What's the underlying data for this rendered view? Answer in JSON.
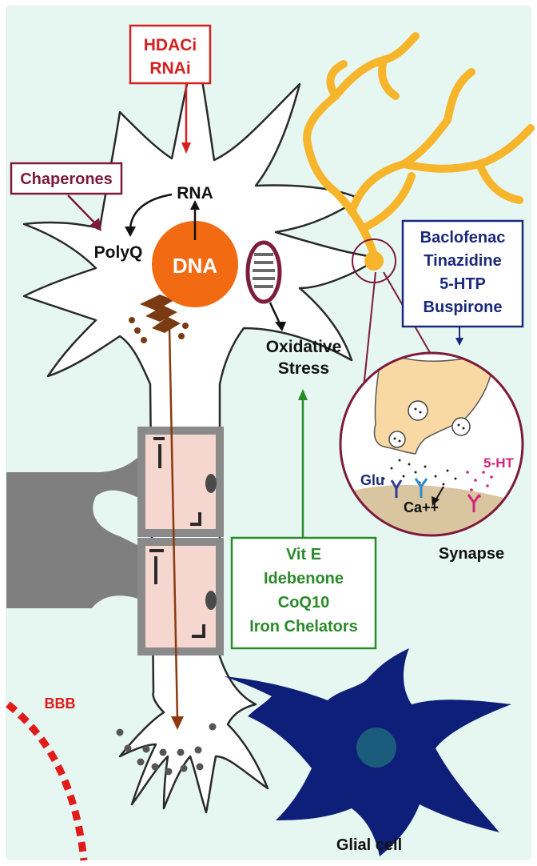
{
  "colors": {
    "background": "#e6f7f2",
    "neuron_outline": "#2a2a2a",
    "dna": "#f26a12",
    "hdac_red": "#d32020",
    "chaperone_maroon": "#7d1a3a",
    "mito": "#7b1f3c",
    "golgi": "#7a3a12",
    "axon_arrow": "#8b3a10",
    "myelin": "#f6d7d0",
    "myelin_border": "#8a8a8a",
    "oligodendrocyte": "#7f7f7f",
    "dendrite_orange": "#f7b52c",
    "synapse_fill": "#f8d9a3",
    "synapse_navy": "#1a2a7a",
    "green": "#2a8a2a",
    "glial": "#0d1f78",
    "glial_nucleus": "#1b5b7b",
    "bbb": "#e11a1a",
    "five_ht": "#d0257a",
    "glu_receptor": "#2a3aa0",
    "receptor_blue": "#2a8ad0",
    "membrane_tan": "#d9c6a0"
  },
  "labels": {
    "hdac": [
      "HDACi",
      "RNAi"
    ],
    "chaperones": "Chaperones",
    "rna": "RNA",
    "polyq": "PolyQ",
    "dna": "DNA",
    "oxidative": [
      "Oxidative",
      "Stress"
    ],
    "synapse_drugs": [
      "Baclofenac",
      "Tinazidine",
      "5-HTP",
      "Buspirone"
    ],
    "antioxidants": [
      "Vit E",
      "Idebenone",
      "CoQ10",
      "Iron Chelators"
    ],
    "five_ht": "5-HT",
    "glu": "Glu",
    "ca": "Ca++",
    "synapse": "Synapse",
    "bbb": "BBB",
    "glial": "Glial cell"
  }
}
